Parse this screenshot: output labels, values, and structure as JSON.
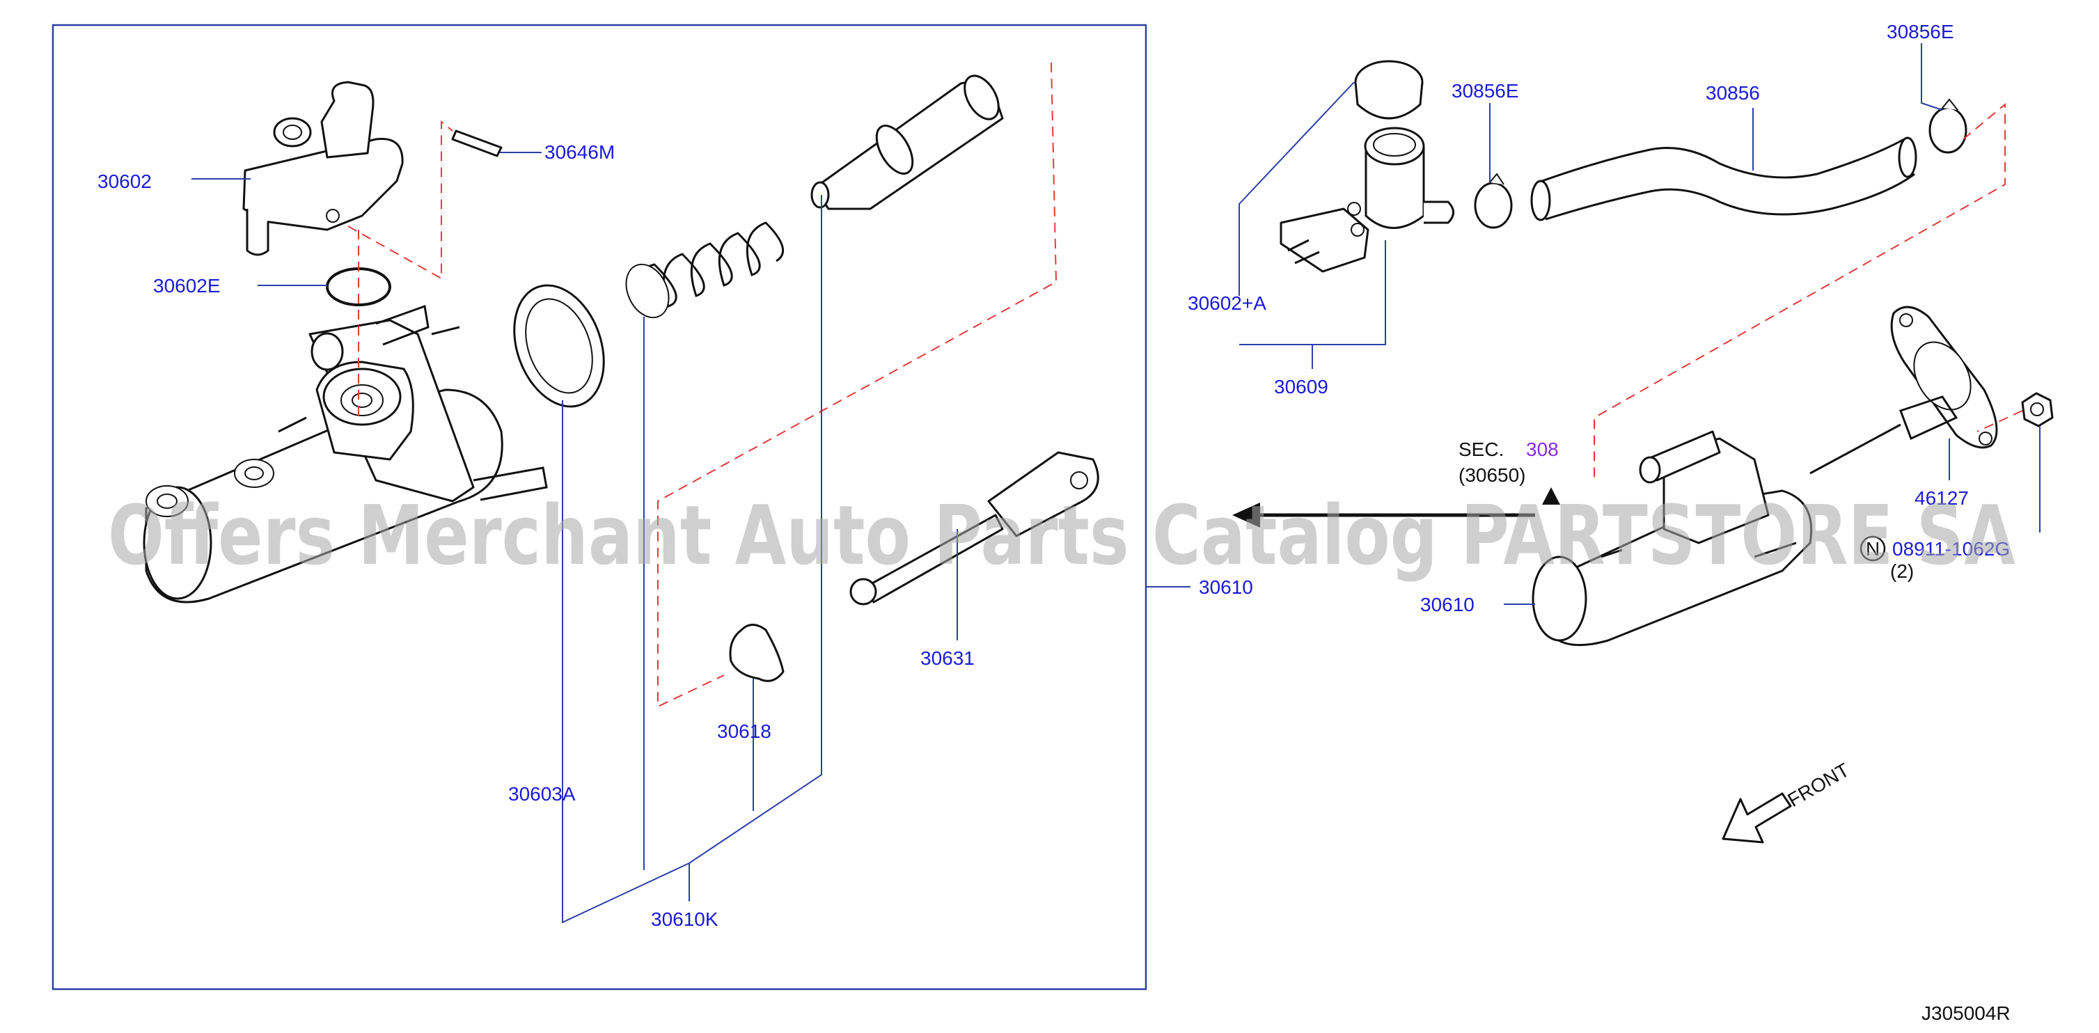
{
  "labels": {
    "p30602": "30602",
    "p30646M": "30646M",
    "p30602E": "30602E",
    "p30603A": "30603A",
    "p30618": "30618",
    "p30610K": "30610K",
    "p30631": "30631",
    "p30610_left": "30610",
    "p30856E_a": "30856E",
    "p30856E_b": "30856E",
    "p30856": "30856",
    "p30602A": "30602+A",
    "p30609": "30609",
    "sec": "SEC.",
    "sec_num": "308",
    "sec_ref": "(30650)",
    "p46127": "46127",
    "bolt_symbol": "N",
    "bolt_part": "08911-1062G",
    "bolt_qty": "(2)",
    "p30610_right": "30610",
    "front": "FRONT",
    "diagram_code": "J305004R"
  },
  "watermark": "Offers Merchant Auto Parts Catalog PARTSTORE SA",
  "colors": {
    "part_number": "#1a1ad8",
    "leader_line": "#2a3fa8",
    "dashed_guide": "#e23a3a",
    "section_number": "#8a2be2",
    "watermark": "#a8a8a8"
  }
}
